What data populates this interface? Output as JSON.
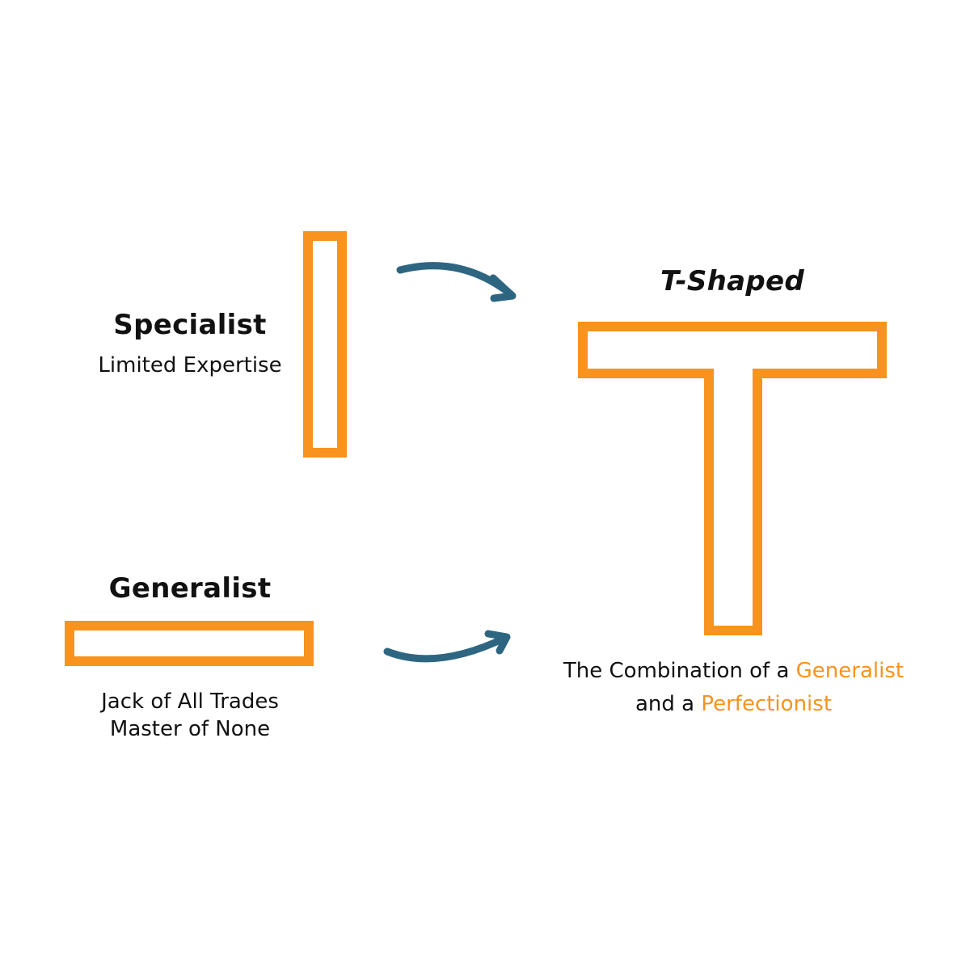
{
  "colors": {
    "accent": "#f7931e",
    "arrow": "#2e6682",
    "text": "#111111",
    "background": "#ffffff"
  },
  "specialist": {
    "title": "Specialist",
    "subtitle": "Limited Expertise"
  },
  "generalist": {
    "title": "Generalist",
    "line1": "Jack of All Trades",
    "line2": "Master of None"
  },
  "t_shaped": {
    "title": "T-Shaped",
    "caption_line1_prefix": "The Combination of a ",
    "caption_line1_highlight": "Generalist",
    "caption_line2_prefix": "and a ",
    "caption_line2_highlight": "Perfectionist"
  },
  "icons": {
    "top_arrow": "curved-arrow-right-icon",
    "bottom_arrow": "curved-arrow-right-icon"
  }
}
